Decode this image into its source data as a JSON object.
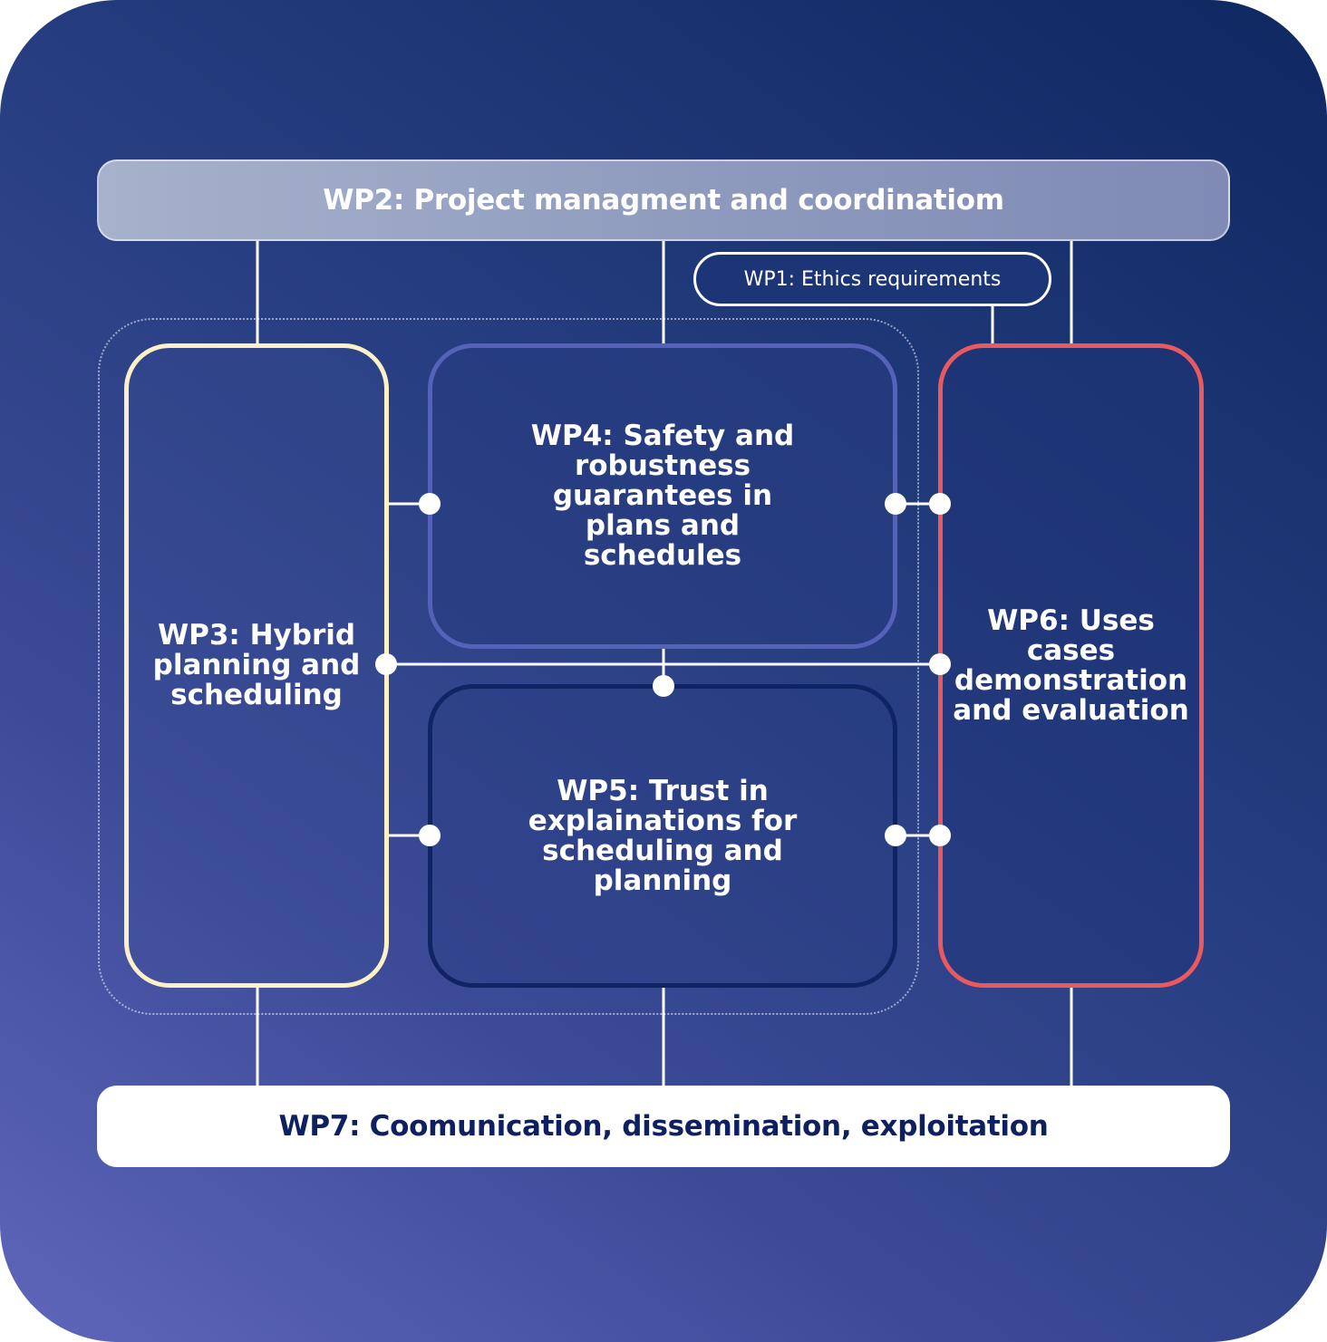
{
  "diagram": {
    "wp2": {
      "label": "WP2: Project managment and coordinatiom"
    },
    "wp1": {
      "label": "WP1: Ethics requirements"
    },
    "wp3": {
      "label": "WP3: Hybrid planning and scheduling"
    },
    "wp4": {
      "label": "WP4: Safety and robustness guarantees in plans and schedules"
    },
    "wp5": {
      "label": "WP5: Trust in explainations for scheduling and planning"
    },
    "wp6": {
      "label": "WP6: Uses cases demonstration and evaluation"
    },
    "wp7": {
      "label": "WP7: Coomunication, dissemination, exploitation"
    }
  },
  "colors": {
    "background_top": "#0f2862",
    "background_bottom": "#5f66bb",
    "wp3_border": "#fcf1c6",
    "wp4_border": "#5661b8",
    "wp5_border": "#0f2563",
    "wp6_border": "#e85a5f",
    "wp7_text": "#0f2060"
  }
}
